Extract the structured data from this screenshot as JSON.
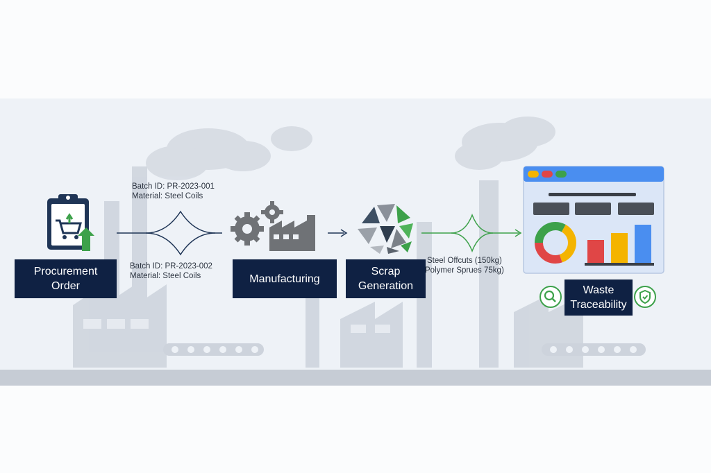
{
  "stages": {
    "procurement": "Procurement\nOrder",
    "manufacturing": "Manufacturing",
    "scrap": "Scrap\nGeneration",
    "traceability": "Waste\nTraceability"
  },
  "annotations": {
    "batch_1": "Batch ID: PR-2023-001\nMaterial: Steel Coils",
    "batch_2": "Batch ID: PR-2023-002\nMaterial: Steel Coils",
    "scrap_output": "Steel Offcuts (150kg)\nPolymer Sprues 75kg)"
  },
  "icons": {
    "procurement": "clipboard-cart-icon",
    "manufacturing": "gears-factory-icon",
    "scrap": "broken-pieces-icon",
    "dashboard": "dashboard-window-icon",
    "search": "search-icon",
    "shield": "shield-icon"
  },
  "colors": {
    "label_bg": "#0f2143",
    "band_bg": "#eef2f7",
    "silhouette": "#c9d0da",
    "navy": "#1f3556",
    "green": "#3da14a",
    "red": "#e04646",
    "yellow": "#f4b400",
    "blue": "#4a8ef0",
    "gray": "#7d8085"
  }
}
